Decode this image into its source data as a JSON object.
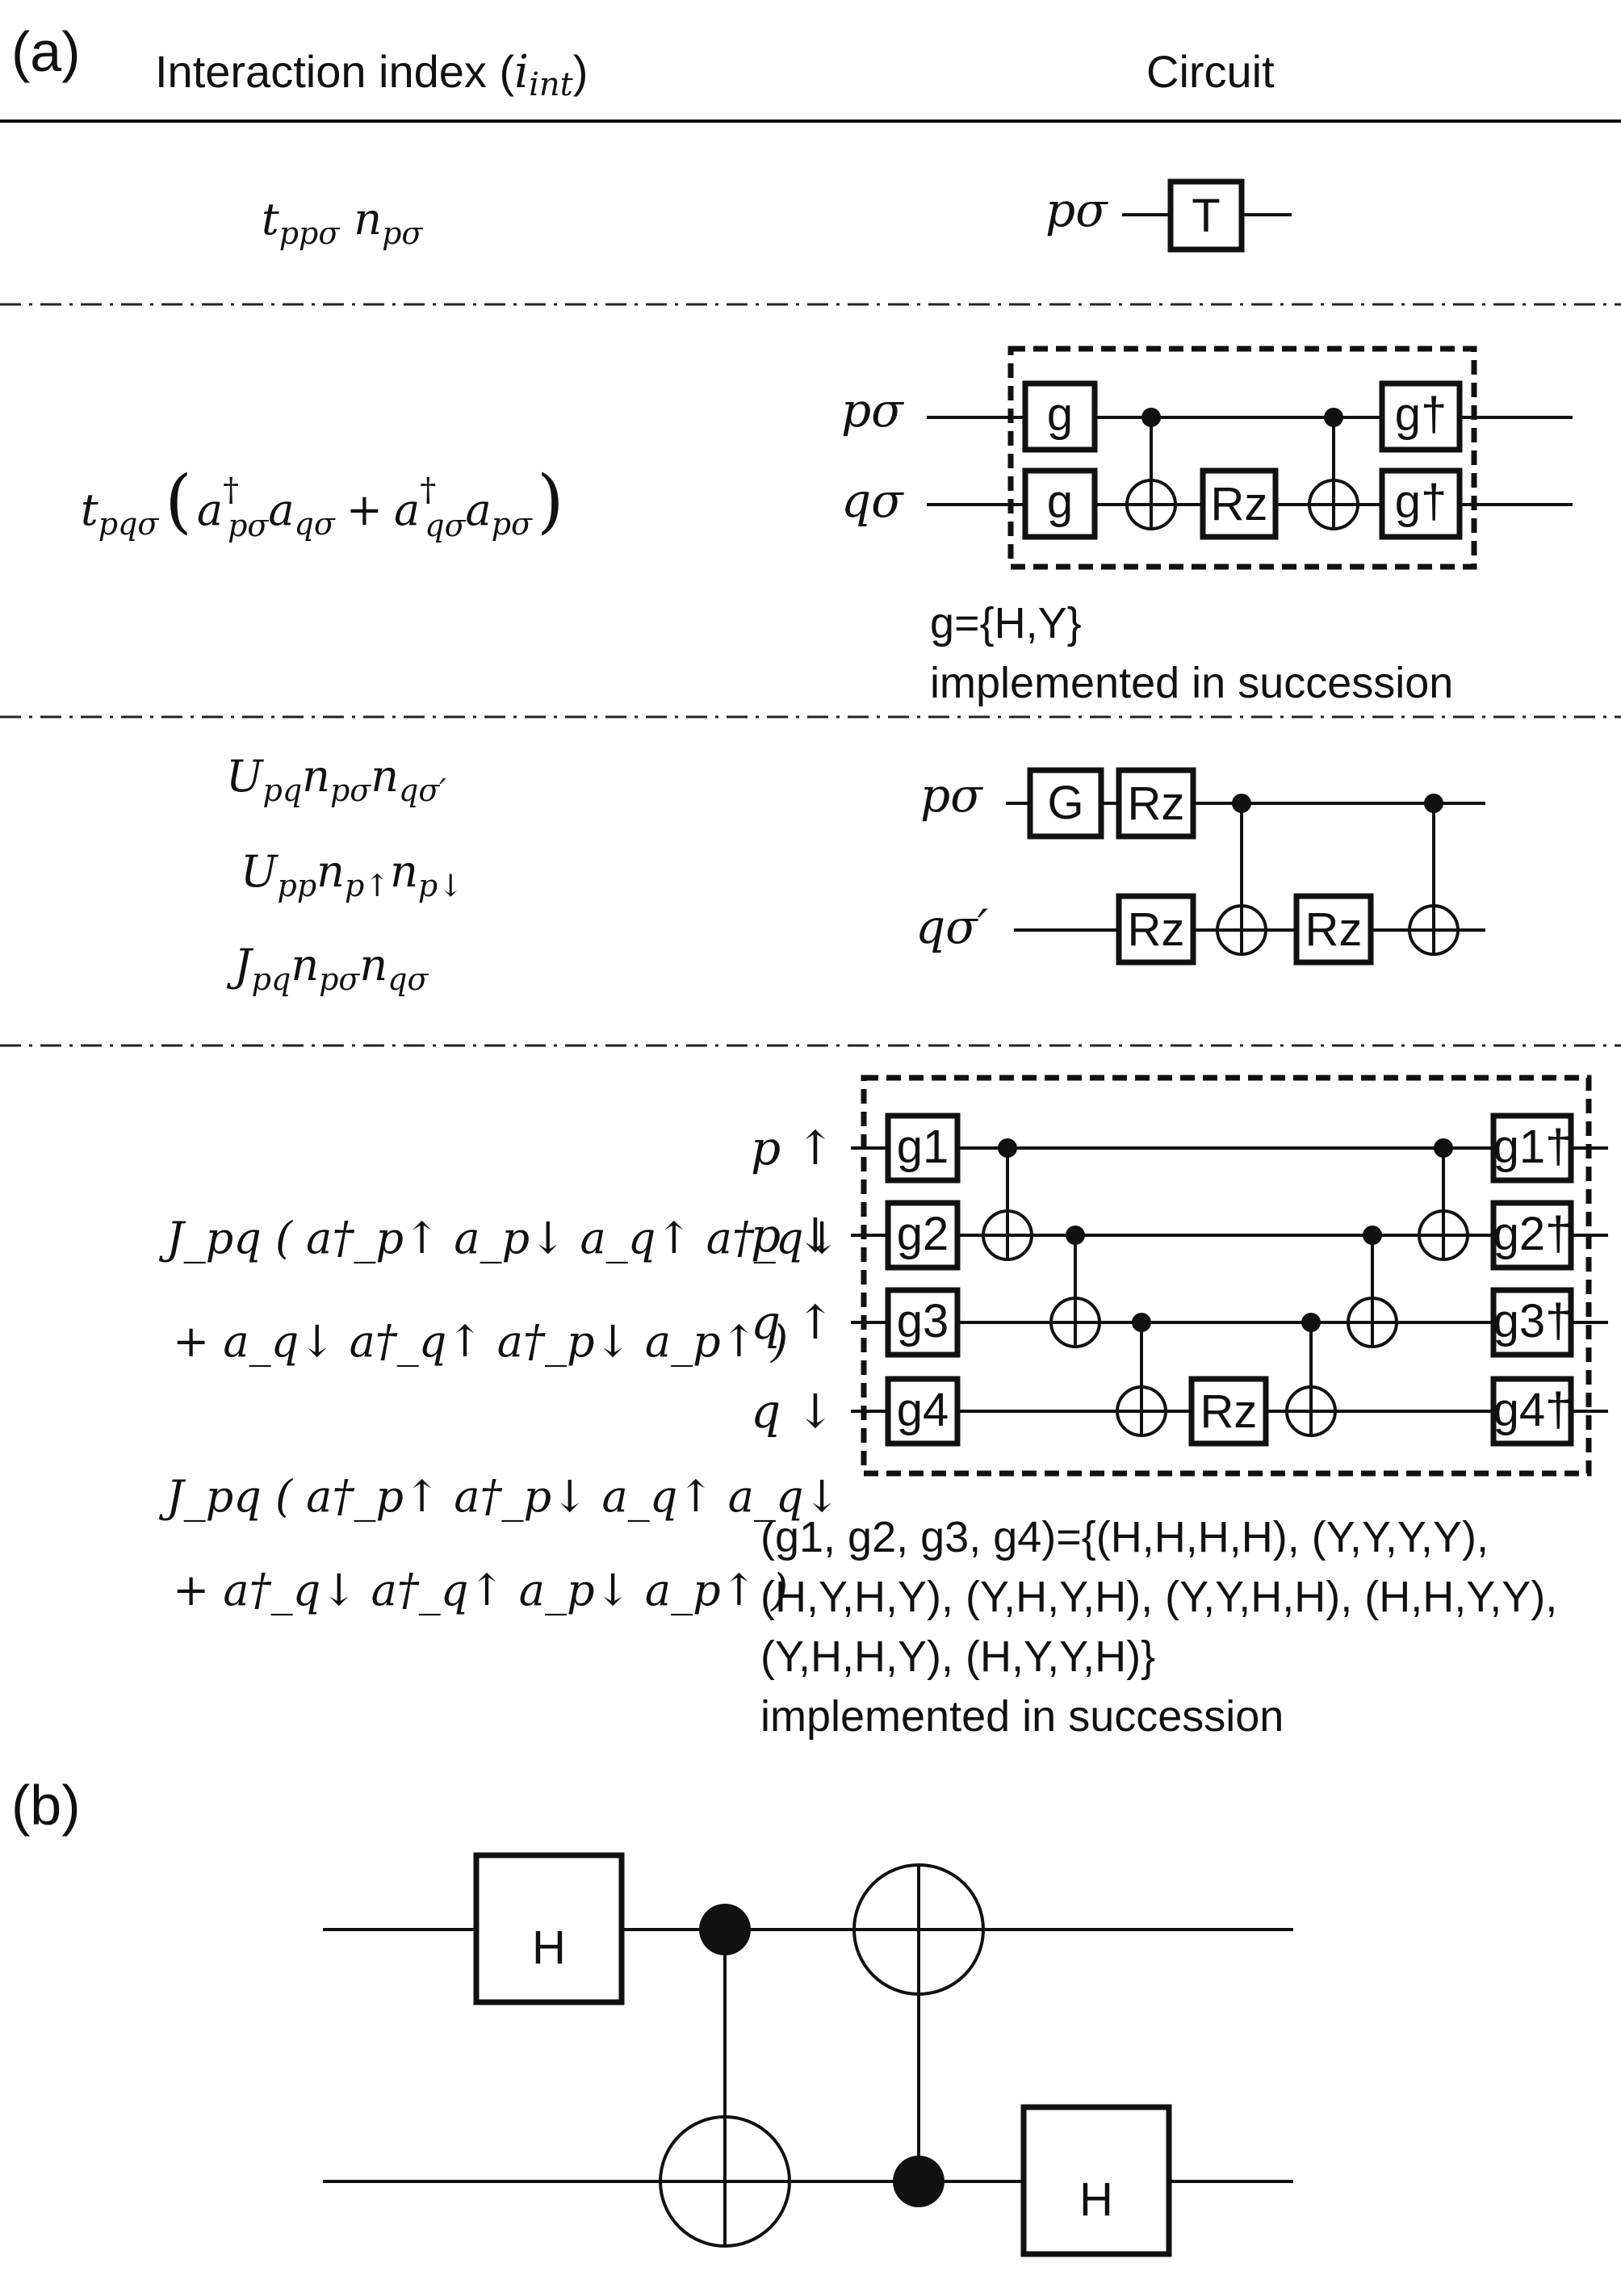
{
  "panel_a": {
    "label": "(a)",
    "header_left": "Interaction index (",
    "header_left_math": "i",
    "header_left_sub": "int",
    "header_left_close": ")",
    "header_right": "Circuit"
  },
  "row1": {
    "formula": {
      "t": "t",
      "t_sub": "ppσ",
      "n": "n",
      "n_sub": "pσ"
    },
    "qubit": "pσ",
    "gate": "T"
  },
  "row2": {
    "formula": {
      "t": "t",
      "t_sub": "pqσ",
      "a1": "a",
      "a1_sup": "†",
      "a1_sub": "pσ",
      "a2": "a",
      "a2_sub": "qσ",
      "plus": "+",
      "a3": "a",
      "a3_sup": "†",
      "a3_sub": "qσ",
      "a4": "a",
      "a4_sub": "pσ"
    },
    "qubits": [
      "pσ",
      "qσ"
    ],
    "gates": {
      "g": "g",
      "gdag": "g†",
      "rz": "Rz"
    },
    "note_line1": "g={H,Y}",
    "note_line2": "implemented in succession"
  },
  "row3": {
    "formulas": [
      {
        "sym": "U",
        "sub": "pq",
        "n1": "n",
        "n1_sub": "pσ",
        "n2": "n",
        "n2_sub": "qσ′"
      },
      {
        "sym": "U",
        "sub": "pp",
        "n1": "n",
        "n1_sub": "p↑",
        "n2": "n",
        "n2_sub": "p↓"
      },
      {
        "sym": "J",
        "sub": "pq",
        "n1": "n",
        "n1_sub": "pσ",
        "n2": "n",
        "n2_sub": "qσ"
      }
    ],
    "qubits": [
      "pσ",
      "qσ′"
    ],
    "gates": {
      "g": "G",
      "rz": "Rz"
    }
  },
  "row4": {
    "formula1_line1": "J_pq ( a†_p↑ a_p↓ a_q↑ a†_q↓",
    "formula1_line2": "+ a_q↓ a†_q↑ a†_p↓ a_p↑ )",
    "formula2_line1": "J_pq ( a†_p↑ a†_p↓ a_q↑ a_q↓",
    "formula2_line2": "+ a†_q↓ a†_q↑ a_p↓ a_p↑ )",
    "qubits": [
      "p ↑",
      "p ↓",
      "q ↑",
      "q ↓"
    ],
    "gates_in": [
      "g1",
      "g2",
      "g3",
      "g4"
    ],
    "gates_out": [
      "g1†",
      "g2†",
      "g3†",
      "g4†"
    ],
    "rz": "Rz",
    "note_line1": "(g1, g2, g3, g4)={(H,H,H,H), (Y,Y,Y,Y),",
    "note_line2": "(H,Y,H,Y), (Y,H,Y,H), (Y,Y,H,H), (H,H,Y,Y),",
    "note_line3": "(Y,H,H,Y), (H,Y,Y,H)}",
    "note_line4": "implemented in succession"
  },
  "panel_b": {
    "label": "(b)",
    "gate_h": "H"
  }
}
